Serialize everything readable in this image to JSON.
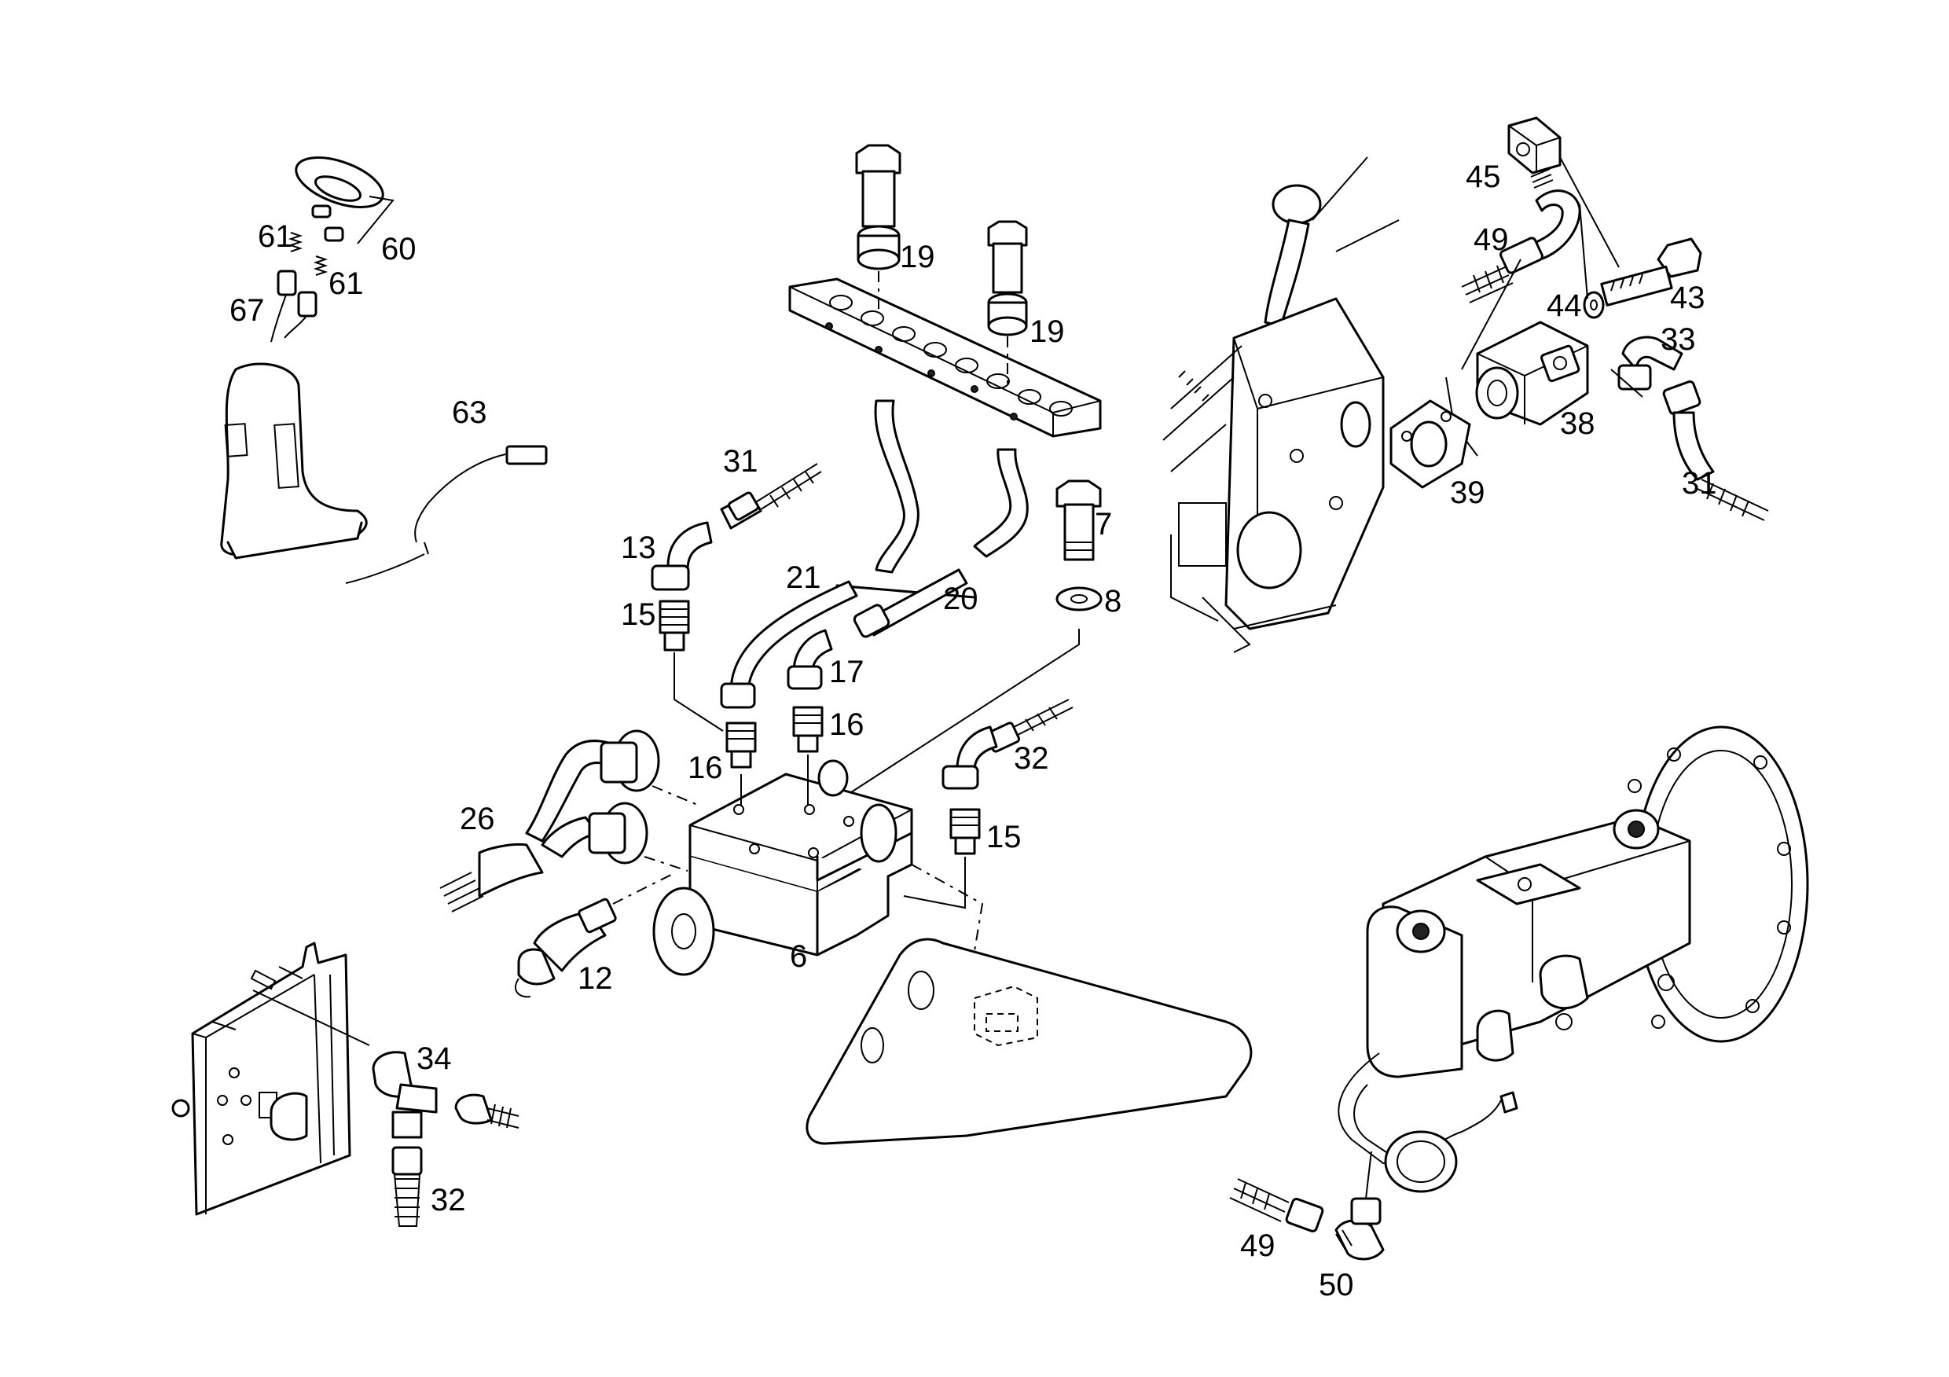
{
  "callouts": {
    "c60": "60",
    "c61a": "61",
    "c61b": "61",
    "c67": "67",
    "c63": "63",
    "c19a": "19",
    "c19b": "19",
    "c31a": "31",
    "c13": "13",
    "c15a": "15",
    "c21": "21",
    "c20": "20",
    "c7": "7",
    "c8": "8",
    "c17": "17",
    "c16a": "16",
    "c16b": "16",
    "c32a": "32",
    "c15b": "15",
    "c26": "26",
    "c12": "12",
    "c6": "6",
    "c34": "34",
    "c32b": "32",
    "c45": "45",
    "c49a": "49",
    "c44": "44",
    "c43": "43",
    "c33": "33",
    "c38": "38",
    "c39": "39",
    "c31b": "31",
    "c49b": "49",
    "c50": "50"
  }
}
